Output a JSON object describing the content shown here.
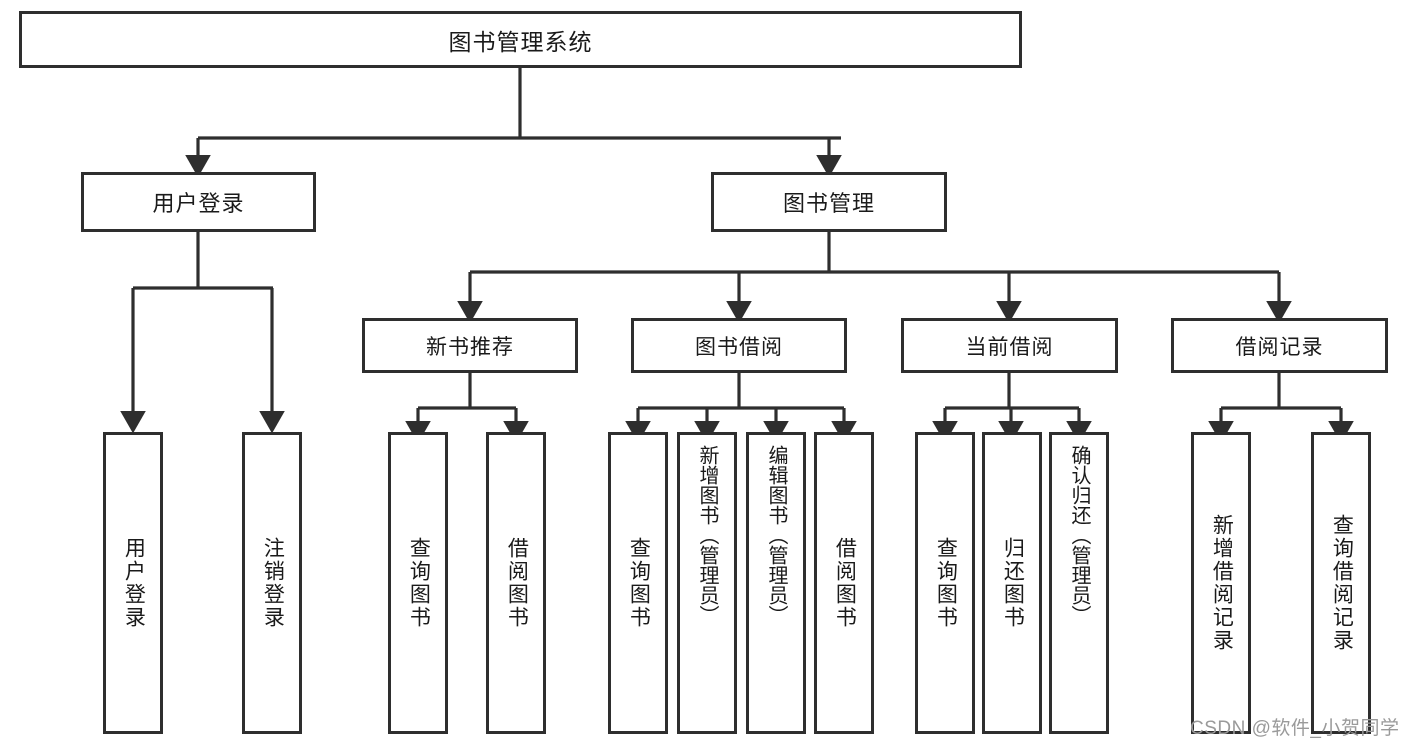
{
  "diagram": {
    "type": "tree-hierarchy",
    "title": "图书管理系统",
    "orientation": "top-down",
    "colors": {
      "background": "#ffffff",
      "node_border": "#2e2e2e",
      "node_fill": "#ffffff",
      "edge": "#2e2e2e",
      "text": "#1a1a1a",
      "watermark": "#9a9a9a"
    },
    "root": {
      "label": "图书管理系统",
      "level": 0
    },
    "level1": [
      {
        "label": "用户登录",
        "level": 1
      },
      {
        "label": "图书管理",
        "level": 1
      }
    ],
    "level2": [
      {
        "label": "新书推荐",
        "level": 2,
        "parent": "图书管理"
      },
      {
        "label": "图书借阅",
        "level": 2,
        "parent": "图书管理"
      },
      {
        "label": "当前借阅",
        "level": 2,
        "parent": "图书管理"
      },
      {
        "label": "借阅记录",
        "level": 2,
        "parent": "图书管理"
      }
    ],
    "leaves": {
      "用户登录": [
        {
          "label": "用户登录"
        },
        {
          "label": "注销登录"
        }
      ],
      "新书推荐": [
        {
          "label": "查询图书"
        },
        {
          "label": "借阅图书"
        }
      ],
      "图书借阅": [
        {
          "label": "查询图书"
        },
        {
          "label": "新增图书（管理员）"
        },
        {
          "label": "编辑图书（管理员）"
        },
        {
          "label": "借阅图书"
        }
      ],
      "当前借阅": [
        {
          "label": "查询图书"
        },
        {
          "label": "归还图书"
        },
        {
          "label": "确认归还（管理员）"
        }
      ],
      "借阅记录": [
        {
          "label": "新增借阅记录"
        },
        {
          "label": "查询借阅记录"
        }
      ]
    }
  },
  "watermark": {
    "text": "CSDN @软件_小贺同学"
  }
}
